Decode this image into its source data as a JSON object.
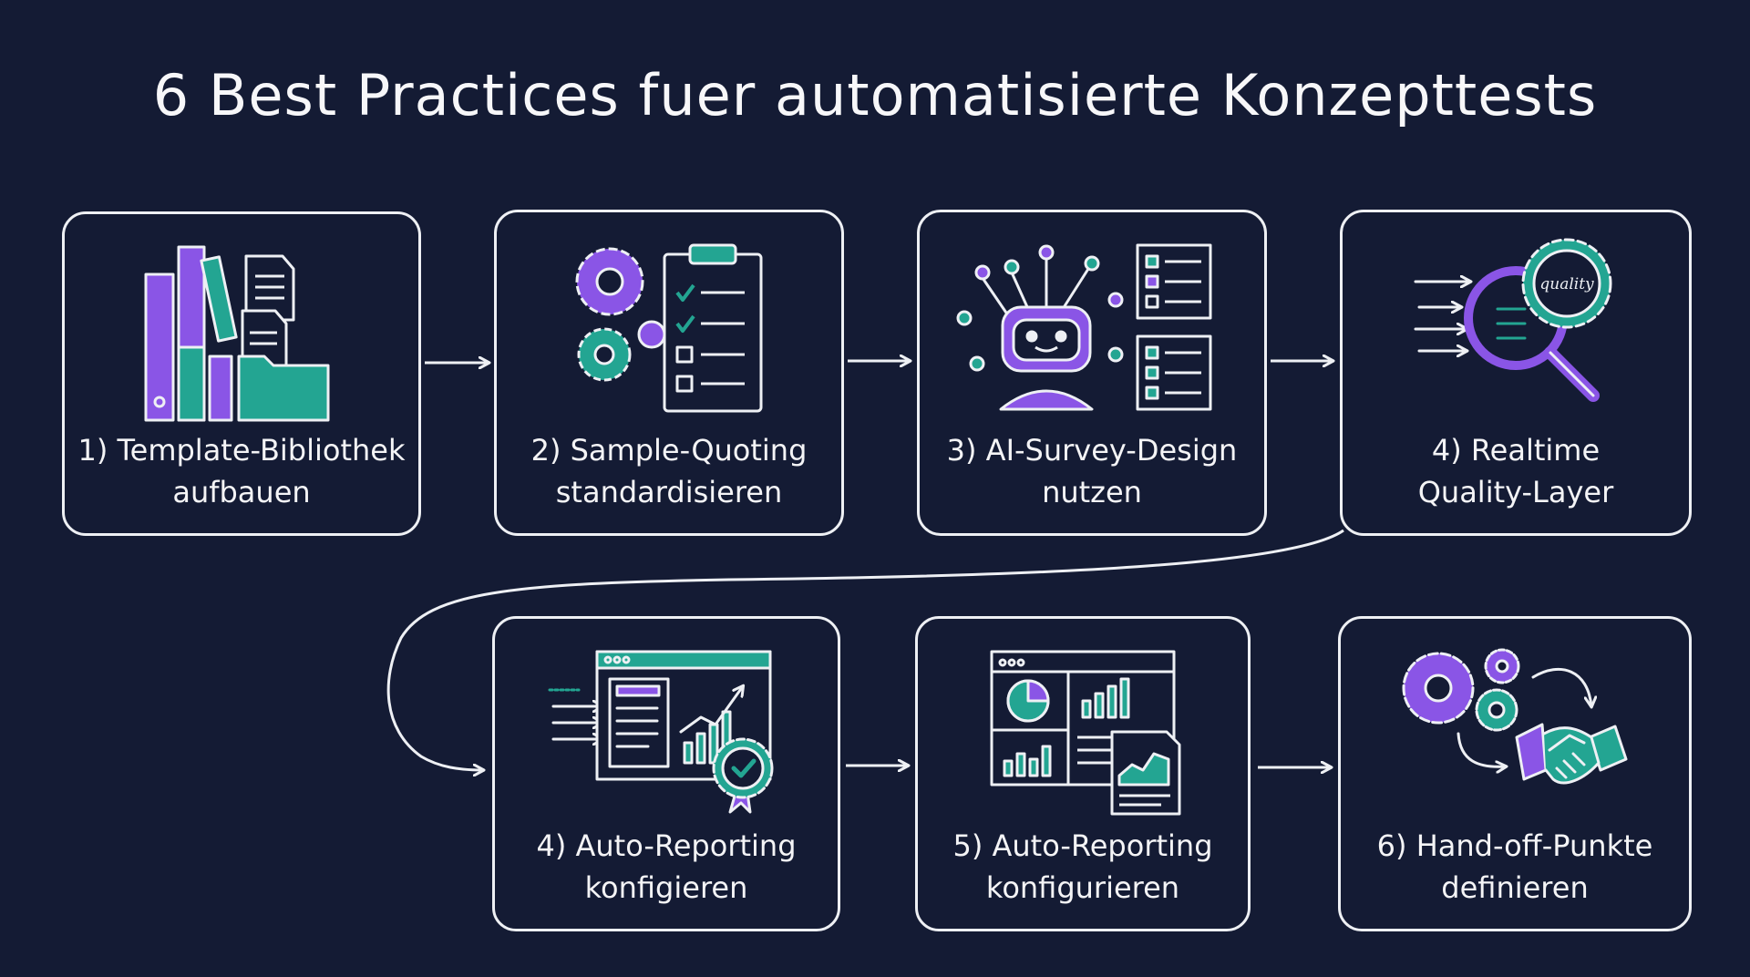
{
  "title": "6 Best Practices fuer automatisierte Konzepttests",
  "colors": {
    "background": "#141b34",
    "stroke": "#eef0f4",
    "purple": "#8a55e6",
    "teal": "#23a592"
  },
  "steps": [
    {
      "line1": "1) Template-Bibliothek",
      "line2": "aufbauen",
      "icon": "library-books-folder-icon"
    },
    {
      "line1": "2) Sample-Quoting",
      "line2": "standardisieren",
      "icon": "gears-checklist-icon"
    },
    {
      "line1": "3) AI-Survey-Design",
      "line2": "nutzen",
      "icon": "robot-checklist-icon"
    },
    {
      "line1": "4) Realtime",
      "line2": "Quality-Layer",
      "icon": "magnifier-quality-badge-icon"
    },
    {
      "line1": "4) Auto-Reporting",
      "line2": "konfigieren",
      "icon": "report-dashboard-badge-icon"
    },
    {
      "line1": "5) Auto-Reporting",
      "line2": "konfigurieren",
      "icon": "dashboard-documents-icon"
    },
    {
      "line1": "6) Hand-off-Punkte",
      "line2": "definieren",
      "icon": "gears-handshake-icon"
    }
  ],
  "badge_text": "quality"
}
